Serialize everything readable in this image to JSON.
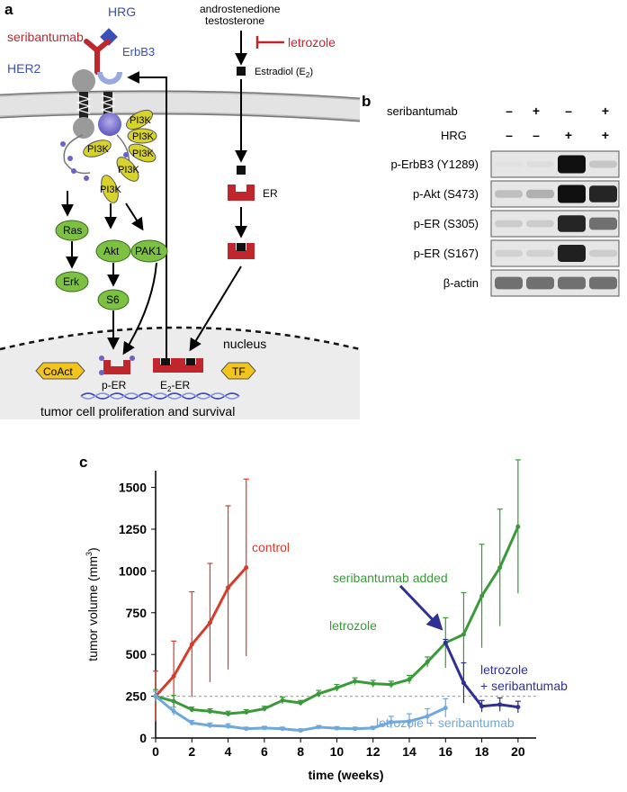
{
  "panel_labels": {
    "a": "a",
    "b": "b",
    "c": "c"
  },
  "panel_a": {
    "hrg": "HRG",
    "seribantumab": "seribantumab",
    "erbb3": "ErbB3",
    "her2": "HER2",
    "pi3k": "PI3K",
    "androstenedione": "androstenedione",
    "testosterone": "testosterone",
    "letrozole": "letrozole",
    "estradiol": "Estradiol (E",
    "estradiol_sub": "2",
    "estradiol_close": ")",
    "er": "ER",
    "ras": "Ras",
    "erk": "Erk",
    "akt": "Akt",
    "pak1": "PAK1",
    "s6": "S6",
    "nucleus": "nucleus",
    "coact": "CoAct",
    "tf": "TF",
    "p_er": "p-ER",
    "e2_er_a": "E",
    "e2_er_sub": "2",
    "e2_er_b": "-ER",
    "caption": "tumor cell proliferation and survival",
    "colors": {
      "red": "#c0272d",
      "blue": "#3a4fb8",
      "green": "#7dc142",
      "yellow": "#d8d32c",
      "gray": "#8a8a8a"
    }
  },
  "panel_b": {
    "rows_header": [
      {
        "label": "seribantumab",
        "signs": [
          "–",
          "+",
          "–",
          "+"
        ]
      },
      {
        "label": "HRG",
        "signs": [
          "–",
          "–",
          "+",
          "+"
        ]
      }
    ],
    "blots": [
      {
        "label": "p-ErbB3 (Y1289)",
        "intensity": [
          0.02,
          0.04,
          1.0,
          0.15
        ]
      },
      {
        "label": "p-Akt    (S473)",
        "intensity": [
          0.18,
          0.25,
          1.0,
          0.9
        ]
      },
      {
        "label": "p-ER (S305)",
        "intensity": [
          0.12,
          0.12,
          0.9,
          0.55
        ]
      },
      {
        "label": "p-ER (S167)",
        "intensity": [
          0.1,
          0.1,
          0.92,
          0.12
        ]
      },
      {
        "label": "β-actin",
        "intensity": [
          0.55,
          0.55,
          0.55,
          0.55
        ]
      }
    ]
  },
  "chart_data": {
    "type": "line",
    "xlabel": "time (weeks)",
    "ylabel": "tumor volume (mm",
    "ylabel_sup": "3",
    "ylabel_close": ")",
    "xlim": [
      0,
      21
    ],
    "ylim": [
      0,
      1600
    ],
    "x_ticks": [
      0,
      2,
      4,
      6,
      8,
      10,
      12,
      14,
      16,
      18,
      20
    ],
    "y_ticks": [
      0,
      250,
      500,
      750,
      1000,
      1250,
      1500
    ],
    "reference_line": 250,
    "series": [
      {
        "name": "control",
        "color": "#d73b2b",
        "x": [
          0,
          1,
          2,
          3,
          4,
          5
        ],
        "y": [
          250,
          370,
          560,
          690,
          900,
          1020
        ],
        "err": [
          150,
          210,
          315,
          355,
          490,
          530
        ]
      },
      {
        "name": "letrozole",
        "color": "#3a9a3a",
        "x": [
          0,
          1,
          2,
          3,
          4,
          5,
          6,
          7,
          8,
          9,
          10,
          11,
          12,
          13,
          14,
          15,
          16,
          17,
          18,
          19,
          20
        ],
        "y": [
          250,
          220,
          170,
          160,
          145,
          155,
          175,
          225,
          210,
          265,
          300,
          340,
          325,
          320,
          350,
          455,
          570,
          620,
          850,
          1020,
          1265
        ],
        "err": [
          40,
          35,
          15,
          15,
          15,
          15,
          15,
          20,
          15,
          20,
          20,
          20,
          20,
          20,
          25,
          30,
          150,
          250,
          310,
          350,
          400
        ]
      },
      {
        "name": "letrozole + seribantumab",
        "color": "#6fa8dc",
        "x": [
          0,
          1,
          2,
          3,
          4,
          5,
          6,
          7,
          8,
          9,
          10,
          11,
          12,
          13,
          14,
          15,
          16
        ],
        "y": [
          250,
          160,
          90,
          75,
          70,
          55,
          60,
          55,
          45,
          65,
          58,
          55,
          60,
          95,
          100,
          130,
          180
        ],
        "err": [
          30,
          25,
          15,
          15,
          15,
          10,
          10,
          10,
          10,
          10,
          10,
          10,
          10,
          35,
          45,
          45,
          55
        ]
      },
      {
        "name": "letrozole + seribantumab",
        "color": "#2e3192",
        "x": [
          16,
          17,
          18,
          19,
          20
        ],
        "y": [
          570,
          330,
          190,
          200,
          185
        ],
        "err": [
          20,
          120,
          35,
          40,
          35
        ]
      }
    ],
    "annotations": {
      "control": "control",
      "letrozole": "letrozole",
      "added": "seribantumab added",
      "combo_dark_1": "letrozole",
      "combo_dark_2": "+ seribantumab",
      "combo_light": "letrozole + seribantumab"
    }
  }
}
